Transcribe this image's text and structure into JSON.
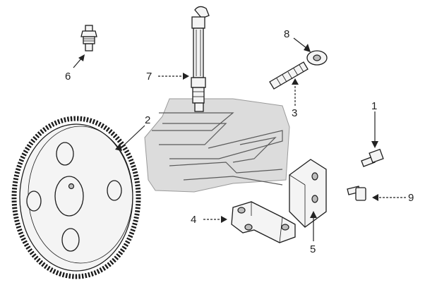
{
  "callouts": {
    "c1": "1",
    "c2": "2",
    "c3": "3",
    "c4": "4",
    "c5": "5",
    "c6": "6",
    "c7": "7",
    "c8": "8",
    "c9": "9"
  },
  "colors": {
    "line": "#1c1c1c",
    "watermark": "#dcdcdc",
    "background": "#ffffff"
  }
}
